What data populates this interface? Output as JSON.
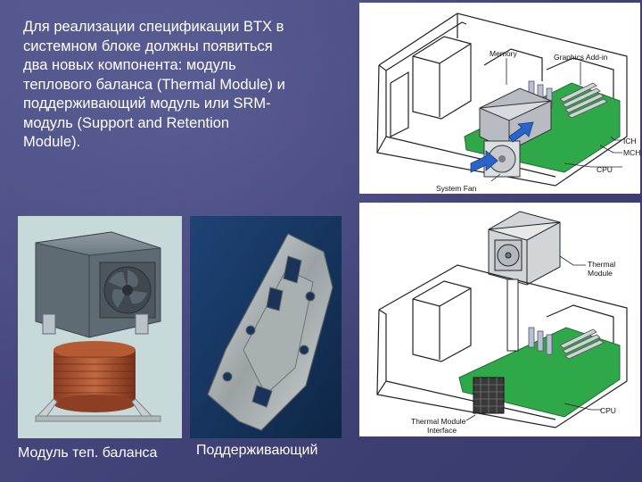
{
  "slide": {
    "text_lines": [
      "Для реализации спецификации BTX в",
      "системном блоке должны появиться",
      "два новых компонента: модуль",
      "теплового баланса (Thermal Module) и",
      "поддерживающий модуль или SRM-",
      "модуль (Support and Retention",
      "Module)."
    ]
  },
  "diagram_top": {
    "labels": {
      "memory": "Memory",
      "graphics": "Graphics Add-in",
      "ich": "ICH",
      "mch": "MCH",
      "cpu": "CPU",
      "system_fan": "System Fan"
    }
  },
  "diagram_bottom": {
    "labels": {
      "thermal_module_1": "Thermal",
      "thermal_module_2": "Module",
      "cpu": "CPU",
      "tmi_1": "Thermal Module",
      "tmi_2": "Interface"
    }
  },
  "captions": {
    "module": "Модуль теп. баланса",
    "bracket": "Поддерживающий"
  }
}
